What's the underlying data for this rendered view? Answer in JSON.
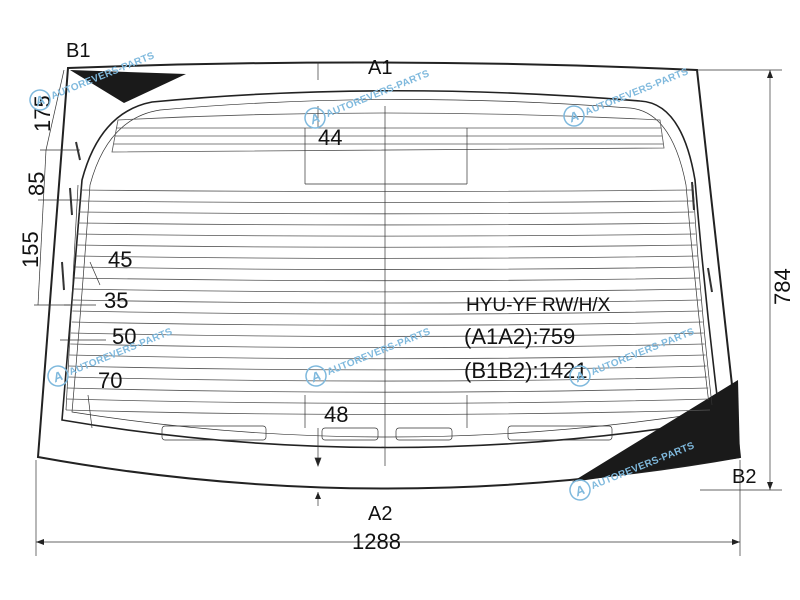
{
  "model_code": "HYU-YF RW/H/X",
  "dimensions": {
    "a1a2": "(A1A2):759",
    "b1b2": "(B1B2):1421",
    "width": "1288",
    "height": "784"
  },
  "points": {
    "a1": "A1",
    "a2": "A2",
    "b1": "B1",
    "b2": "B2"
  },
  "left_dims": [
    "175",
    "85",
    "155"
  ],
  "inner_dims": [
    "44",
    "45",
    "35",
    "50",
    "70",
    "48"
  ],
  "watermark": {
    "text": "AUTOREVERS-PARTS",
    "logo": "A"
  },
  "colors": {
    "outline": "#222222",
    "blackout": "#1a1a1a",
    "watermark": "#7fb9dd"
  }
}
